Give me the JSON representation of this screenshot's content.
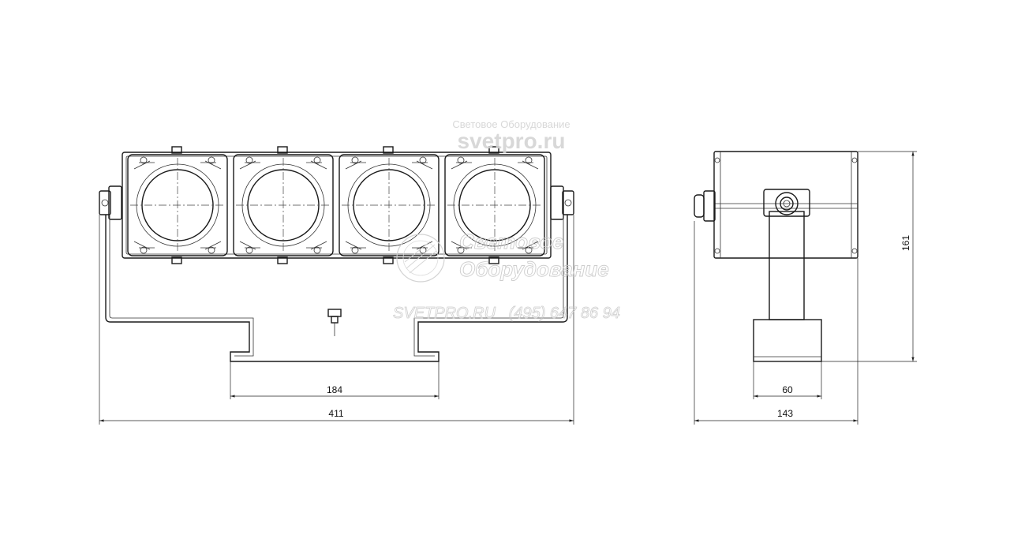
{
  "watermark": {
    "top_small": "Световое Оборудование",
    "top_large": "svetpro.ru",
    "center_line1": "Световое",
    "center_line2": "Оборудование",
    "center_line3": "SVETPRO.RU   (495) 647 86 94"
  },
  "dimensions": {
    "bracket_width": "184",
    "overall_width": "411",
    "base_width": "60",
    "side_depth": "143",
    "height": "161"
  }
}
